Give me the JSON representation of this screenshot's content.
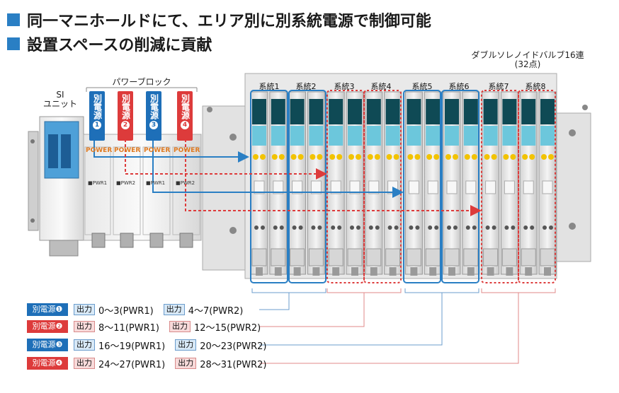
{
  "headlines": [
    "同一マニホールドにて、エリア別に別系統電源で制御可能",
    "設置スペースの削減に貢献"
  ],
  "si_unit_label": [
    "SI",
    "ユニット"
  ],
  "power_block_label": "パワーブロック",
  "valve_note": [
    "ダブルソレノイドバルブ16連",
    "(32点)"
  ],
  "power_tags": [
    {
      "text": "別電源",
      "num": "1",
      "color": "blue"
    },
    {
      "text": "別電源",
      "num": "2",
      "color": "red"
    },
    {
      "text": "別電源",
      "num": "3",
      "color": "blue"
    },
    {
      "text": "別電源",
      "num": "4",
      "color": "red"
    }
  ],
  "power_module_text": "POWER",
  "pwr_small_labels": [
    "■PWR1",
    "■PWR2"
  ],
  "systems": [
    "系統1",
    "系統2",
    "系統3",
    "系統4",
    "系統5",
    "系統6",
    "系統7",
    "系統8"
  ],
  "legend": [
    {
      "tag": "別電源❶",
      "color": "blue",
      "out_label": "出力",
      "o1": "0〜3(PWR1)",
      "o2": "4〜7(PWR2)"
    },
    {
      "tag": "別電源❷",
      "color": "red",
      "out_label": "出力",
      "o1": "8〜11(PWR1)",
      "o2": "12〜15(PWR2)"
    },
    {
      "tag": "別電源❸",
      "color": "blue",
      "out_label": "出力",
      "o1": "16〜19(PWR1)",
      "o2": "20〜23(PWR2)"
    },
    {
      "tag": "別電源❹",
      "color": "red",
      "out_label": "出力",
      "o1": "24〜27(PWR1)",
      "o2": "28〜31(PWR2)"
    }
  ],
  "colors": {
    "blue": "#1e6fb8",
    "red": "#dd3b3b",
    "accent": "#2a7fc4"
  }
}
